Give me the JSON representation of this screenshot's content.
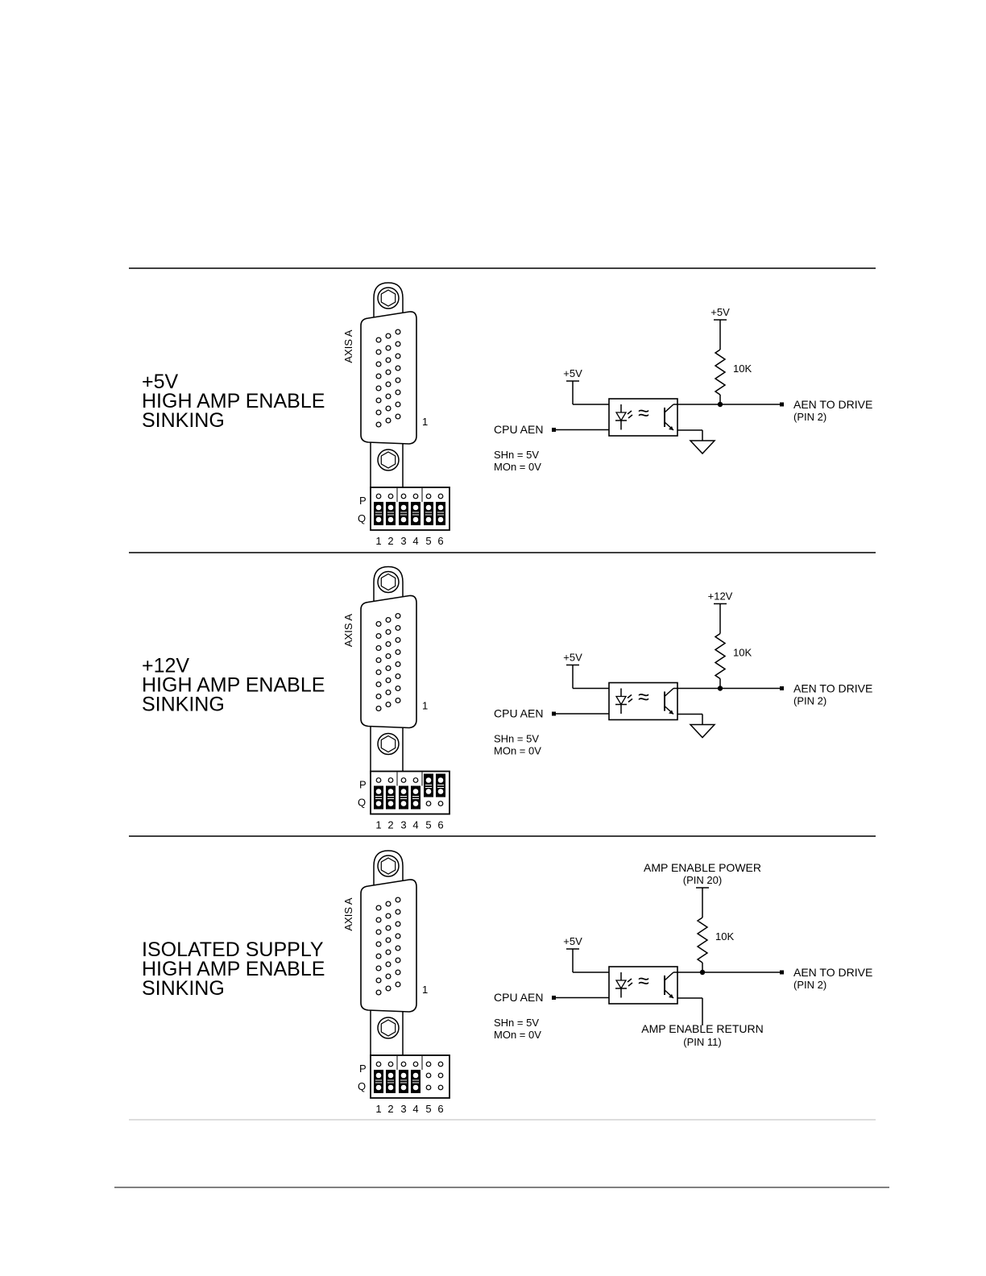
{
  "panels": [
    {
      "id": "p5v",
      "title_lines": [
        "+5V",
        "HIGH AMP ENABLE",
        "SINKING"
      ],
      "connector_label": "AXIS A",
      "pin_one_label": "1",
      "jumper_row_labels": [
        "P",
        "Q"
      ],
      "jumper_col_labels": [
        "1",
        "2",
        "3",
        "4",
        "5",
        "6"
      ],
      "jumpers": [
        "Q",
        "Q",
        "Q",
        "Q",
        "Q",
        "Q"
      ],
      "pullup_label": "+5V",
      "resistor_label": "10K",
      "led_supply_label": "+5V",
      "input_label": "CPU AEN",
      "output_lines": [
        "AEN TO DRIVE",
        "(PIN 2)"
      ],
      "note_lines": [
        "SHn = 5V",
        "MOn = 0V"
      ],
      "emitter": "ground",
      "return_lines": []
    },
    {
      "id": "p12v",
      "title_lines": [
        "+12V",
        "HIGH AMP ENABLE",
        "SINKING"
      ],
      "connector_label": "AXIS A",
      "pin_one_label": "1",
      "jumper_row_labels": [
        "P",
        "Q"
      ],
      "jumper_col_labels": [
        "1",
        "2",
        "3",
        "4",
        "5",
        "6"
      ],
      "jumpers": [
        "Q",
        "Q",
        "Q",
        "Q",
        "P",
        "P"
      ],
      "pullup_label": "+12V",
      "resistor_label": "10K",
      "led_supply_label": "+5V",
      "input_label": "CPU AEN",
      "output_lines": [
        "AEN TO DRIVE",
        "(PIN 2)"
      ],
      "note_lines": [
        "SHn = 5V",
        "MOn = 0V"
      ],
      "emitter": "ground",
      "return_lines": []
    },
    {
      "id": "piso",
      "title_lines": [
        "ISOLATED SUPPLY",
        "HIGH AMP ENABLE",
        "SINKING"
      ],
      "connector_label": "AXIS A",
      "pin_one_label": "1",
      "jumper_row_labels": [
        "P",
        "Q"
      ],
      "jumper_col_labels": [
        "1",
        "2",
        "3",
        "4",
        "5",
        "6"
      ],
      "jumpers": [
        "Q",
        "Q",
        "Q",
        "Q",
        "",
        ""
      ],
      "pullup_label": "AMP ENABLE POWER",
      "pullup_sub": "(PIN 20)",
      "resistor_label": "10K",
      "led_supply_label": "+5V",
      "input_label": "CPU AEN",
      "output_lines": [
        "AEN TO DRIVE",
        "(PIN 2)"
      ],
      "note_lines": [
        "SHn = 5V",
        "MOn = 0V"
      ],
      "emitter": "return",
      "return_lines": [
        "AMP ENABLE RETURN",
        "(PIN 11)"
      ]
    }
  ]
}
